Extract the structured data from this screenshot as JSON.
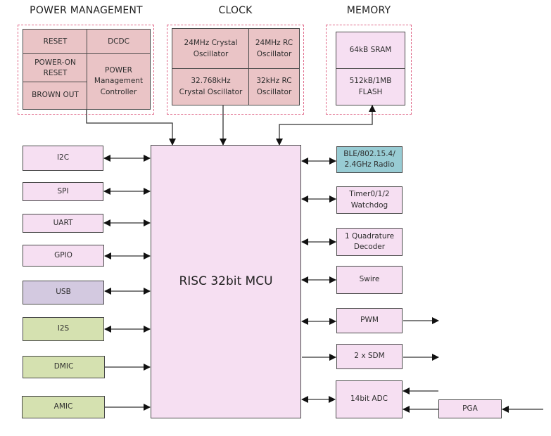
{
  "diagram": {
    "groups": {
      "power": {
        "title": "POWER MANAGEMENT",
        "blocks": {
          "reset": "RESET",
          "dcdc": "DCDC",
          "power_on_reset": "POWER-ON\nRESET",
          "brown_out": "BROWN OUT",
          "pmc": "POWER\nManagement\nController"
        }
      },
      "clock": {
        "title": "CLOCK",
        "blocks": {
          "xtal24m": "24MHz Crystal\nOscillator",
          "rc24m": "24MHz RC\nOscillator",
          "xtal32k": "32.768kHz\nCrystal Oscillator",
          "rc32k": "32kHz RC\nOscillator"
        }
      },
      "memory": {
        "title": "MEMORY",
        "blocks": {
          "sram": "64kB SRAM",
          "flash": "512kB/1MB\nFLASH"
        }
      }
    },
    "mcu": "RISC 32bit MCU",
    "left_peripherals": [
      {
        "label": "I2C",
        "link": "bidirectional"
      },
      {
        "label": "SPI",
        "link": "bidirectional"
      },
      {
        "label": "UART",
        "link": "bidirectional"
      },
      {
        "label": "GPIO",
        "link": "bidirectional"
      },
      {
        "label": "USB",
        "link": "bidirectional"
      },
      {
        "label": "I2S",
        "link": "bidirectional"
      },
      {
        "label": "DMIC",
        "link": "to-mcu"
      },
      {
        "label": "AMIC",
        "link": "to-mcu"
      }
    ],
    "right_peripherals": [
      {
        "label": "BLE/802.15.4/\n2.4GHz Radio",
        "link": "bidirectional"
      },
      {
        "label": "Timer0/1/2\nWatchdog",
        "link": "bidirectional"
      },
      {
        "label": "1 Quadrature\nDecoder",
        "link": "bidirectional"
      },
      {
        "label": "Swire",
        "link": "bidirectional"
      },
      {
        "label": "PWM",
        "link": "bidirectional",
        "output": true
      },
      {
        "label": "2 x SDM",
        "link": "from-mcu",
        "output": true
      },
      {
        "label": "14bit ADC",
        "link": "bidirectional",
        "inputs": 2
      }
    ],
    "pga": "PGA",
    "colors": {
      "power_clock_fill": "#eac4c6",
      "peripheral_fill": "#f6dff2",
      "usb_fill": "#d3c9e0",
      "audio_fill": "#d5e1b0",
      "radio_fill": "#98ccd4",
      "group_border": "#e06a8a"
    }
  }
}
